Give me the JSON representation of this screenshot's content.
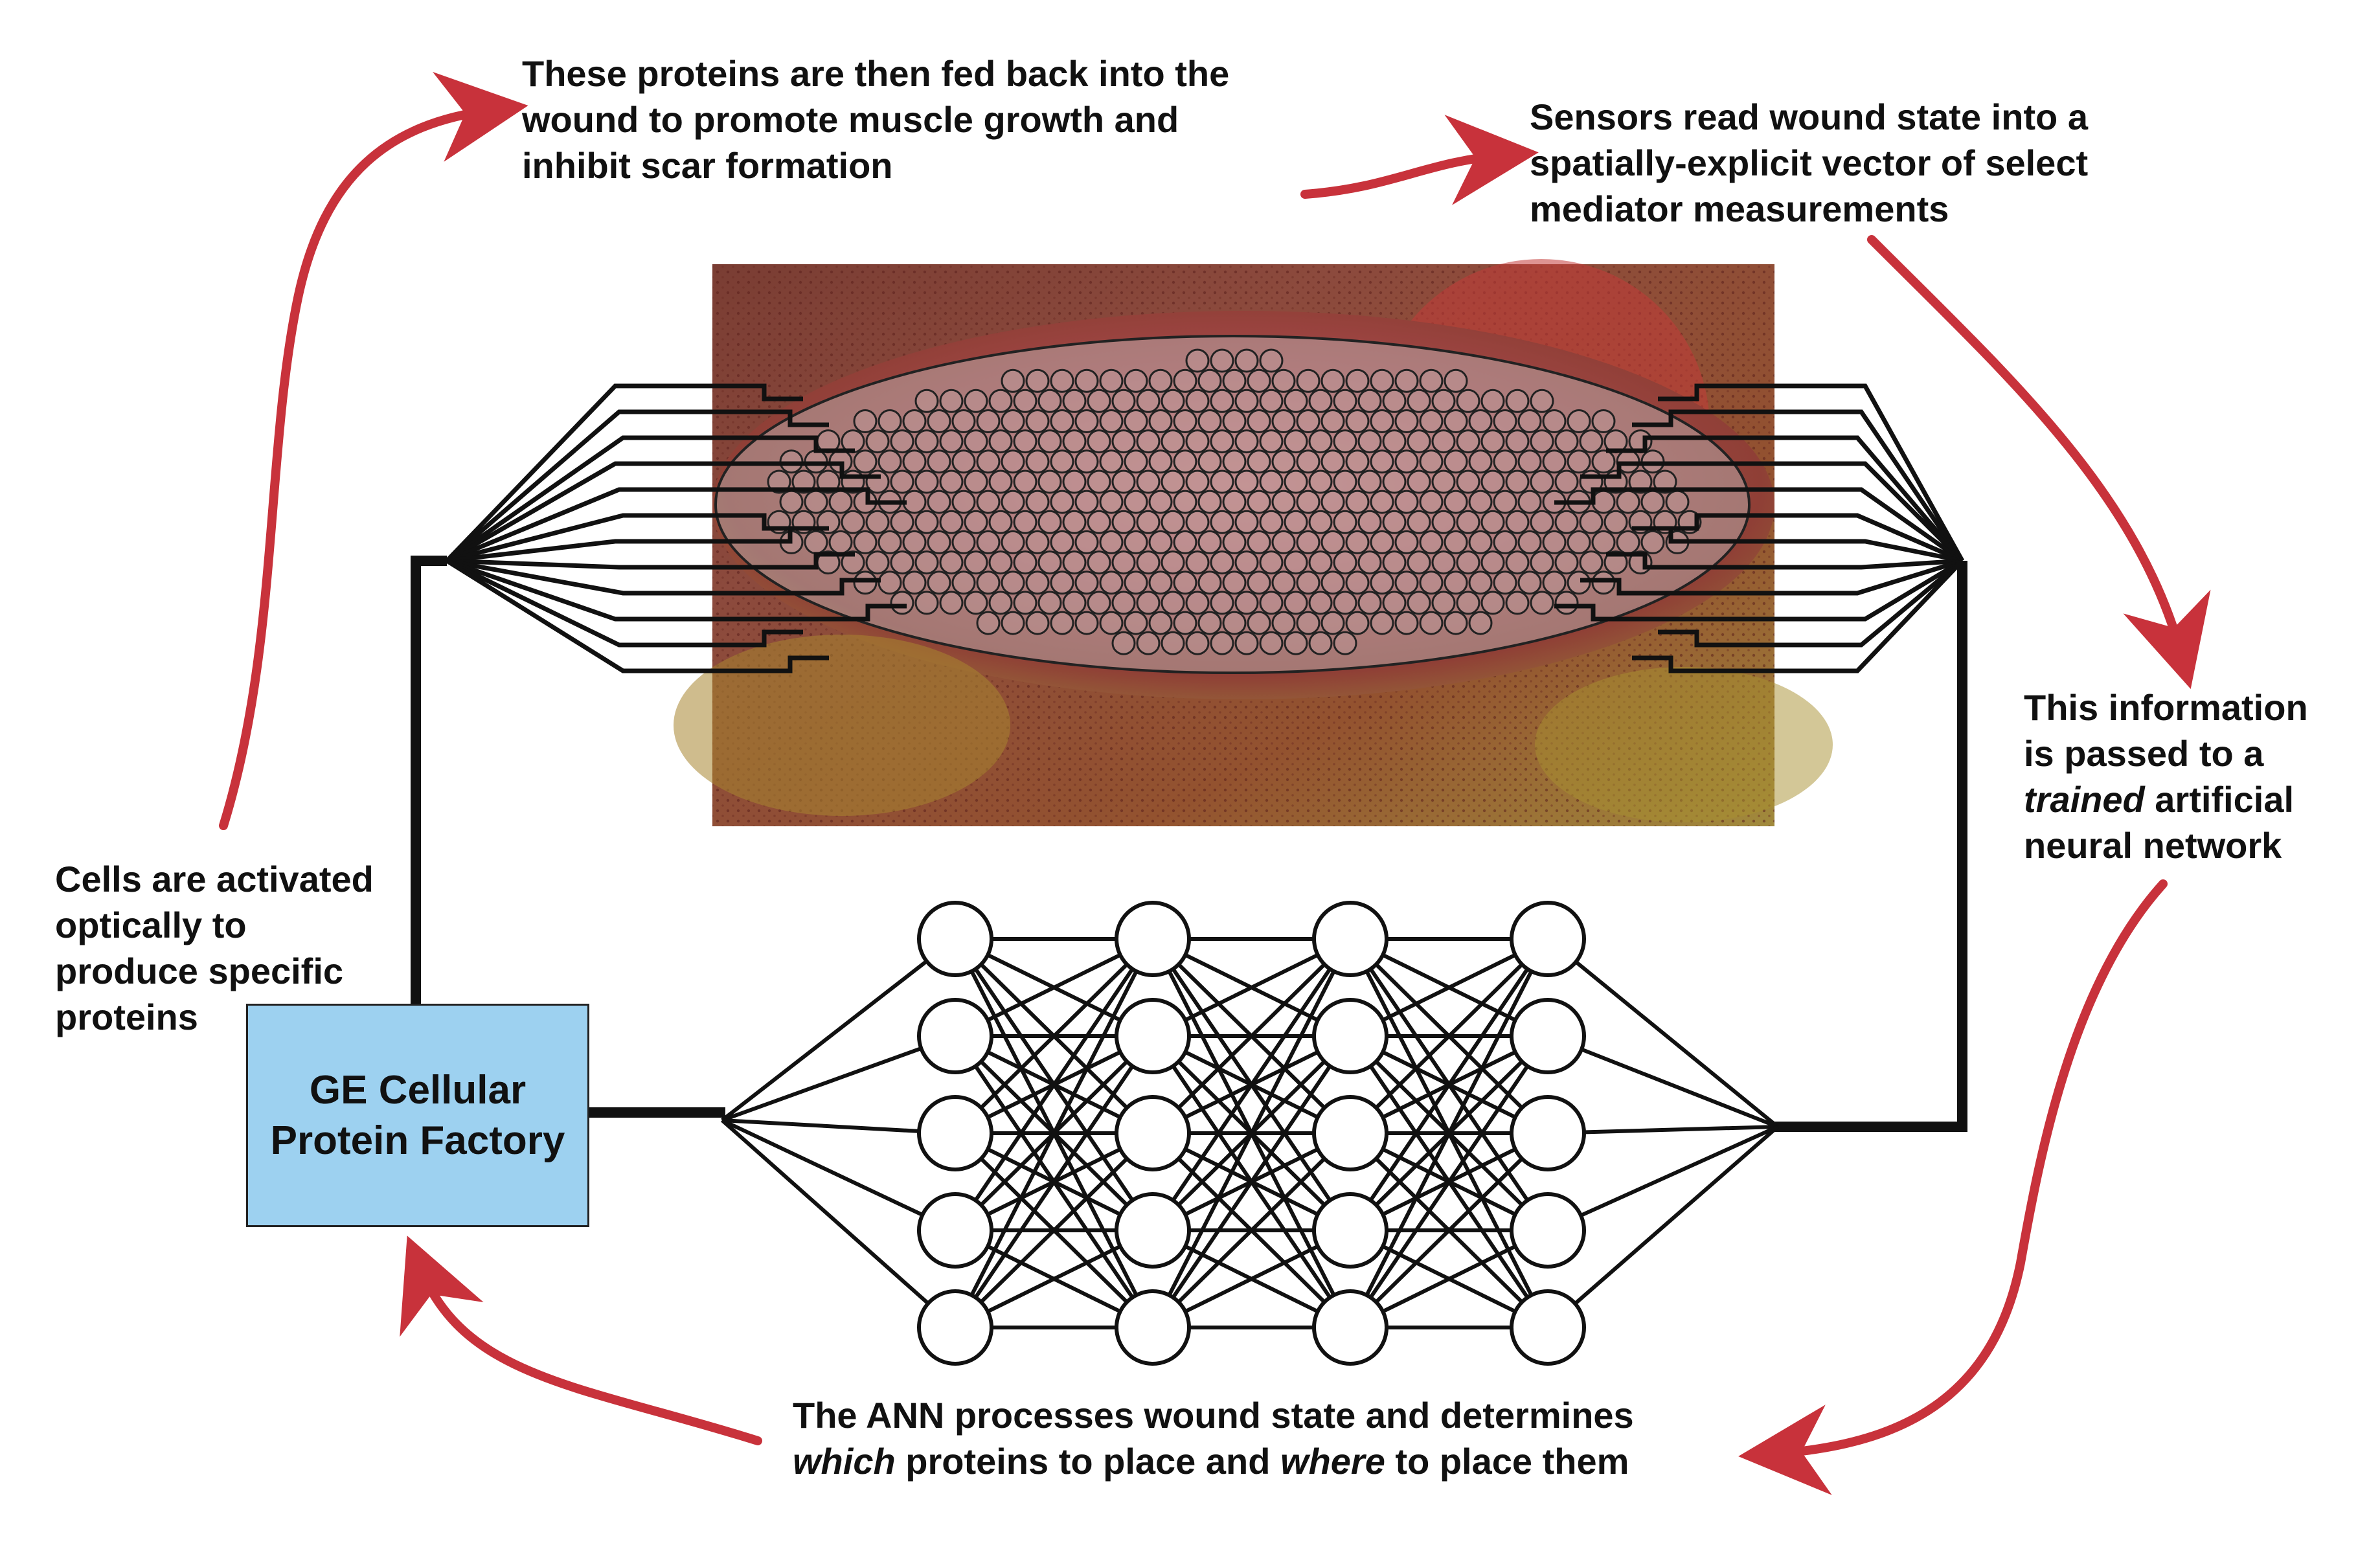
{
  "captions": {
    "feedback": [
      "These proteins are then fed back into the",
      "wound to promote muscle growth and",
      "inhibit scar formation"
    ],
    "sensors": [
      "Sensors read wound state into a",
      "spatially-explicit vector of select",
      "mediator measurements"
    ],
    "passed": {
      "line1": "This information",
      "line2": "is passed to a",
      "line3_italic": "trained",
      "line3_rest": " artificial",
      "line4": "neural network"
    },
    "activated": [
      "Cells are activated",
      "optically to",
      "produce specific",
      "proteins"
    ],
    "ann": {
      "line1": "The ANN processes wound state and determines",
      "line2_i1": "which",
      "line2_t1": " proteins to place and ",
      "line2_i2": "where",
      "line2_t2": " to place them"
    }
  },
  "factory": {
    "line1": "GE Cellular",
    "line2": "Protein Factory",
    "fill": "#9dd1f0"
  },
  "network": {
    "layers": 4,
    "nodes_per_layer": 5
  },
  "colors": {
    "arrow": "#c8323b",
    "wire": "#111111",
    "wound_base": "#a8484a",
    "sensor_overlay": "#b9b3b3"
  },
  "icons": {
    "wound": "wound-photo",
    "sensor_array": "sensor-grid-icon",
    "network": "neural-network-icon"
  }
}
